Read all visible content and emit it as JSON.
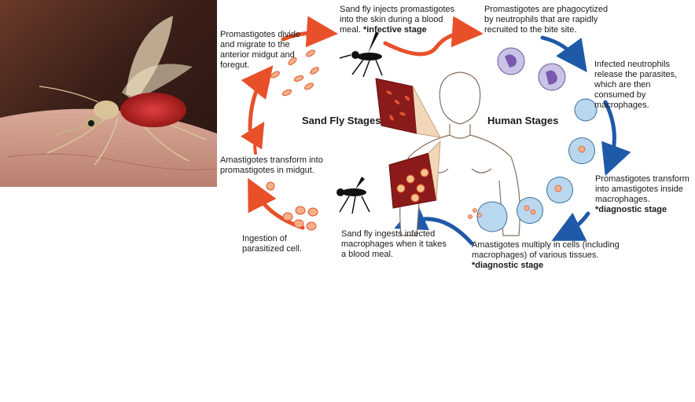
{
  "headings": {
    "sand_fly": "Sand Fly Stages",
    "human": "Human Stages"
  },
  "steps": {
    "s1_text": "Sand fly injects promastigotes into the skin during a blood meal.",
    "s1_emph": "*infective stage",
    "s2_text": "Promastigotes are phagocytized by neutrophils that are rapidly recruited to the bite site.",
    "s3_text": "Infected neutrophils release the parasites, which are then consumed by macrophages.",
    "s4_text": "Promastigotes transform into amastigotes inside macrophages.",
    "s4_emph": "*diagnostic stage",
    "s5_text": "Amastigotes multiply in cells (including macrophages) of various tissues.",
    "s5_emph": "*diagnostic stage",
    "s6_text": "Sand fly ingests infected macrophages when it takes a blood meal.",
    "s7_text": "Ingestion of parasitized cell.",
    "s8_text": "Amastigotes transform into promastigotes in midgut.",
    "s9_text": "Promastigotes divide and migrate to the anterior midgut and foregut."
  },
  "colors": {
    "sand_fly_arrow": "#e8502a",
    "human_arrow": "#1f5aa8",
    "blood": "#8b1a1a",
    "parasite": "#e0552a",
    "neutrophil": "#c9c3e6",
    "macrophage": "#b9d8ef"
  }
}
